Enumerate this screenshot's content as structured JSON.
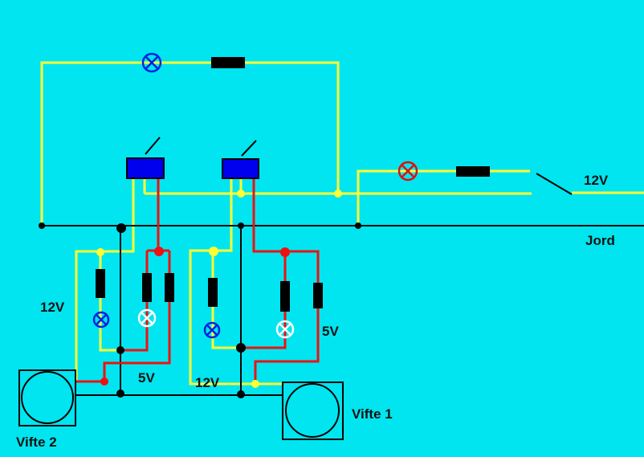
{
  "colors": {
    "background": "#00e5f0",
    "wire_12v": "#ffff33",
    "wire_5v": "#ee1111",
    "ground": "#000000",
    "relay": "#0000ee",
    "lamp_blue": "#0022dd",
    "lamp_red": "#dd1111",
    "lamp_white": "#ffffff",
    "resistor": "#000000"
  },
  "labels": {
    "supply_12v_top": "12V",
    "ground": "Jord",
    "left_12v": "12V",
    "left_5v": "5V",
    "center_12v": "12V",
    "right_5v": "5V",
    "fan_1": "Vifte 1",
    "fan_2": "Vifte 2"
  },
  "icons": {
    "lamp": "lamp-x-circle-icon",
    "relay": "relay-coil-icon",
    "resistor": "resistor-icon",
    "fan": "fan-motor-icon",
    "switch": "switch-icon"
  }
}
